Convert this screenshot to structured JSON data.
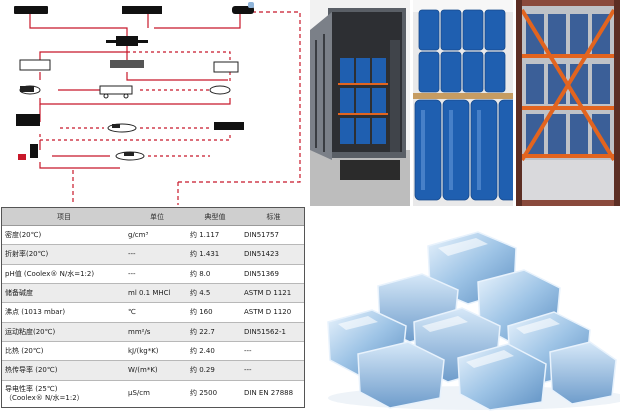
{
  "table": {
    "headers": [
      "项目",
      "单位",
      "典型值",
      "标准"
    ],
    "rows": [
      {
        "name": "密度(20℃)",
        "unit": "g/cm³",
        "value": "约 1.117",
        "standard": "DIN51757"
      },
      {
        "name": "折射率(20℃)",
        "unit": "---",
        "value": "约 1.431",
        "standard": "DIN51423"
      },
      {
        "name": "pH值 (Coolex® N/水=1:2)",
        "unit": "---",
        "value": "约 8.0",
        "standard": "DIN51369"
      },
      {
        "name": "储备碱度",
        "unit": "ml 0.1 MHCl",
        "value": "约 4.5",
        "standard": "ASTM D 1121"
      },
      {
        "name": "沸点 (1013 mbar)",
        "unit": "℃",
        "value": "约 160",
        "standard": "ASTM D 1120"
      },
      {
        "name": "运动粘度(20℃)",
        "unit": "mm²/s",
        "value": "约 22.7",
        "standard": "DIN51562-1"
      },
      {
        "name": "比热 (20℃)",
        "unit": "kJ/(kg*K)",
        "value": "约 2.40",
        "standard": "---"
      },
      {
        "name": "热传导率 (20℃)",
        "unit": "W/(m*K)",
        "value": "约 0.29",
        "standard": "---"
      },
      {
        "name": "导电性率 (25℃)",
        "name2": "（Coolex® N/水=1:2）",
        "unit": "μS/cm",
        "value": "约 2500",
        "standard": "DIN EN 27888"
      }
    ]
  },
  "colors": {
    "flow_red": "#c8182a",
    "table_header": "#cfcfcf",
    "drum_blue": "#1f5fb0",
    "strap_orange": "#e2641f",
    "ice_blue": "#9ec4e6"
  },
  "icons": [
    "machine-icon",
    "truck-icon",
    "dryer-icon",
    "pump-icon",
    "bottle-icon"
  ]
}
